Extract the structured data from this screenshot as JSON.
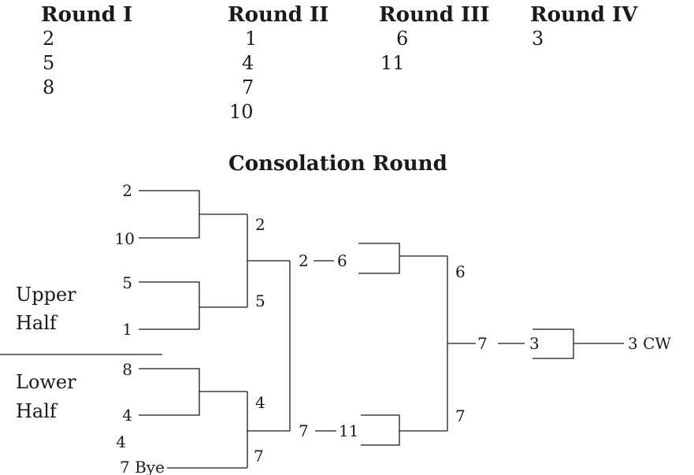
{
  "rounds": [
    {
      "title": "Round I",
      "values": [
        "2",
        "5",
        "8"
      ]
    },
    {
      "title": "Round II",
      "values": [
        "1",
        "4",
        "7",
        "10"
      ]
    },
    {
      "title": "Round III",
      "values": [
        "6",
        "11"
      ]
    },
    {
      "title": "Round IV",
      "values": [
        "3"
      ]
    }
  ],
  "consolation": {
    "title": "Consolation Round",
    "upper_half_line1": "Upper",
    "upper_half_line2": "Half",
    "lower_half_line1": "Lower",
    "lower_half_line2": "Half",
    "entries": {
      "r1_a": "2",
      "r1_b": "10",
      "r1_c": "5",
      "r1_d": "1",
      "r1_e": "8",
      "r1_f": "4",
      "r1_g": "4",
      "r1_h": "7 Bye",
      "r2_a": "2",
      "r2_b": "5",
      "r2_c": "4",
      "r2_d": "7",
      "r3_a": "2",
      "r3_b": "6",
      "r3_c": "7",
      "r3_d": "11",
      "r4_a": "6",
      "r4_b": "7",
      "final_a": "7",
      "final_b": "3",
      "winner": "3 CW"
    }
  }
}
